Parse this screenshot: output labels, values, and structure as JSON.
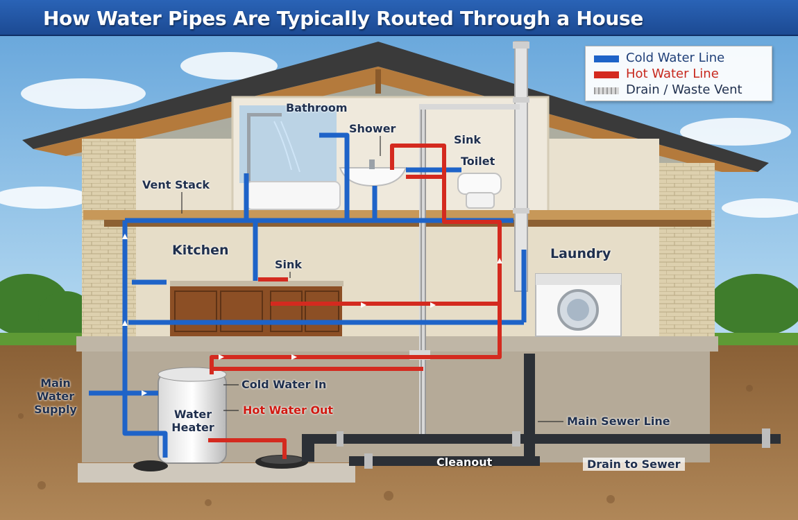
{
  "title": "How Water Pipes Are Typically Routed Through a House",
  "legend": {
    "items": [
      {
        "label": "Cold Water Line",
        "color": "#1e63c8",
        "swatch": "blue-bar"
      },
      {
        "label": "Hot Water Line",
        "color": "#d42a1f",
        "swatch": "red-bar"
      },
      {
        "label": "Drain / Waste Vent",
        "color": "#bfbfbf",
        "swatch": "gray-striped-bar"
      }
    ]
  },
  "rooms": {
    "bathroom": "Bathroom",
    "kitchen": "Kitchen",
    "laundry": "Laundry"
  },
  "labels": {
    "shower": "Shower",
    "bath_sink": "Sink",
    "toilet": "Toilet",
    "vent_stack": "Vent Stack",
    "kitchen_sink": "Sink",
    "main_water_supply": [
      "Main",
      "Water",
      "Supply"
    ],
    "cold_water_in": "Cold Water In",
    "water_heater": [
      "Water",
      "Heater"
    ],
    "hot_water_out": "Hot Water Out",
    "main_sewer_line": "Main Sewer Line",
    "cleanout": "Cleanout",
    "drain_to_sewer": "Drain to Sewer"
  },
  "colors": {
    "cold": "#1e63c8",
    "hot": "#d42a1f",
    "drain": "#2b2f35",
    "vent": "#e8e8e8",
    "title_bar": "#1f4f9c",
    "wall": "#e7dfcc",
    "soil": "#a0774e"
  }
}
